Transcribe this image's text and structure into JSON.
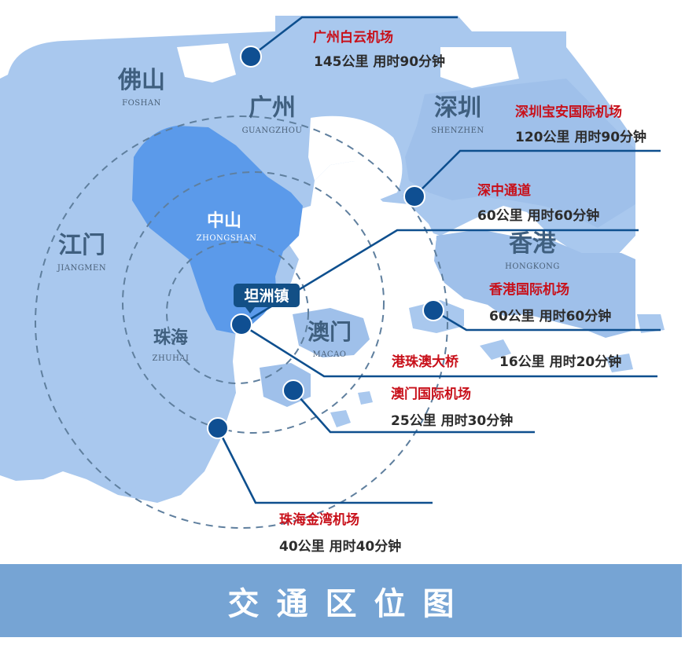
{
  "map": {
    "regions": {
      "foshan": {
        "zh": "佛山",
        "en": "FOSHAN"
      },
      "guangzhou": {
        "zh": "广州",
        "en": "GUANGZHOU"
      },
      "shenzhen": {
        "zh": "深圳",
        "en": "SHENZHEN"
      },
      "zhongshan": {
        "zh": "中山",
        "en": "ZHONGSHAN"
      },
      "hongkong": {
        "zh": "香港",
        "en": "HONGKONG"
      },
      "jiangmen": {
        "zh": "江门",
        "en": "JIANGMEN"
      },
      "zhuhai": {
        "zh": "珠海",
        "en": "ZHUHAI"
      },
      "macao": {
        "zh": "澳门",
        "en": "MACAO"
      }
    },
    "origin": {
      "label": "坦洲镇"
    },
    "destinations": {
      "baiyun": {
        "name": "广州白云机场",
        "info": "145公里  用时90分钟"
      },
      "baoan": {
        "name": "深圳宝安国际机场",
        "info": "120公里  用时90分钟"
      },
      "shenzhong": {
        "name": "深中通道",
        "info": "60公里   用时60分钟"
      },
      "hk_airport": {
        "name": "香港国际机场",
        "info": "60公里  用时60分钟"
      },
      "hzmb": {
        "name": "港珠澳大桥",
        "info": "16公里  用时20分钟"
      },
      "macau_airport": {
        "name": "澳门国际机场",
        "info": "25公里  用时30分钟"
      },
      "jinwan": {
        "name": "珠海金湾机场",
        "info": "40公里  用时40分钟"
      }
    },
    "colors": {
      "land": "#a9c8ee",
      "zhongshan": "#5b9aea",
      "connector": "#0e4f8e",
      "destination_name": "#c8101a",
      "banner": "#76a4d4"
    }
  },
  "banner": {
    "title": "交通区位图"
  }
}
